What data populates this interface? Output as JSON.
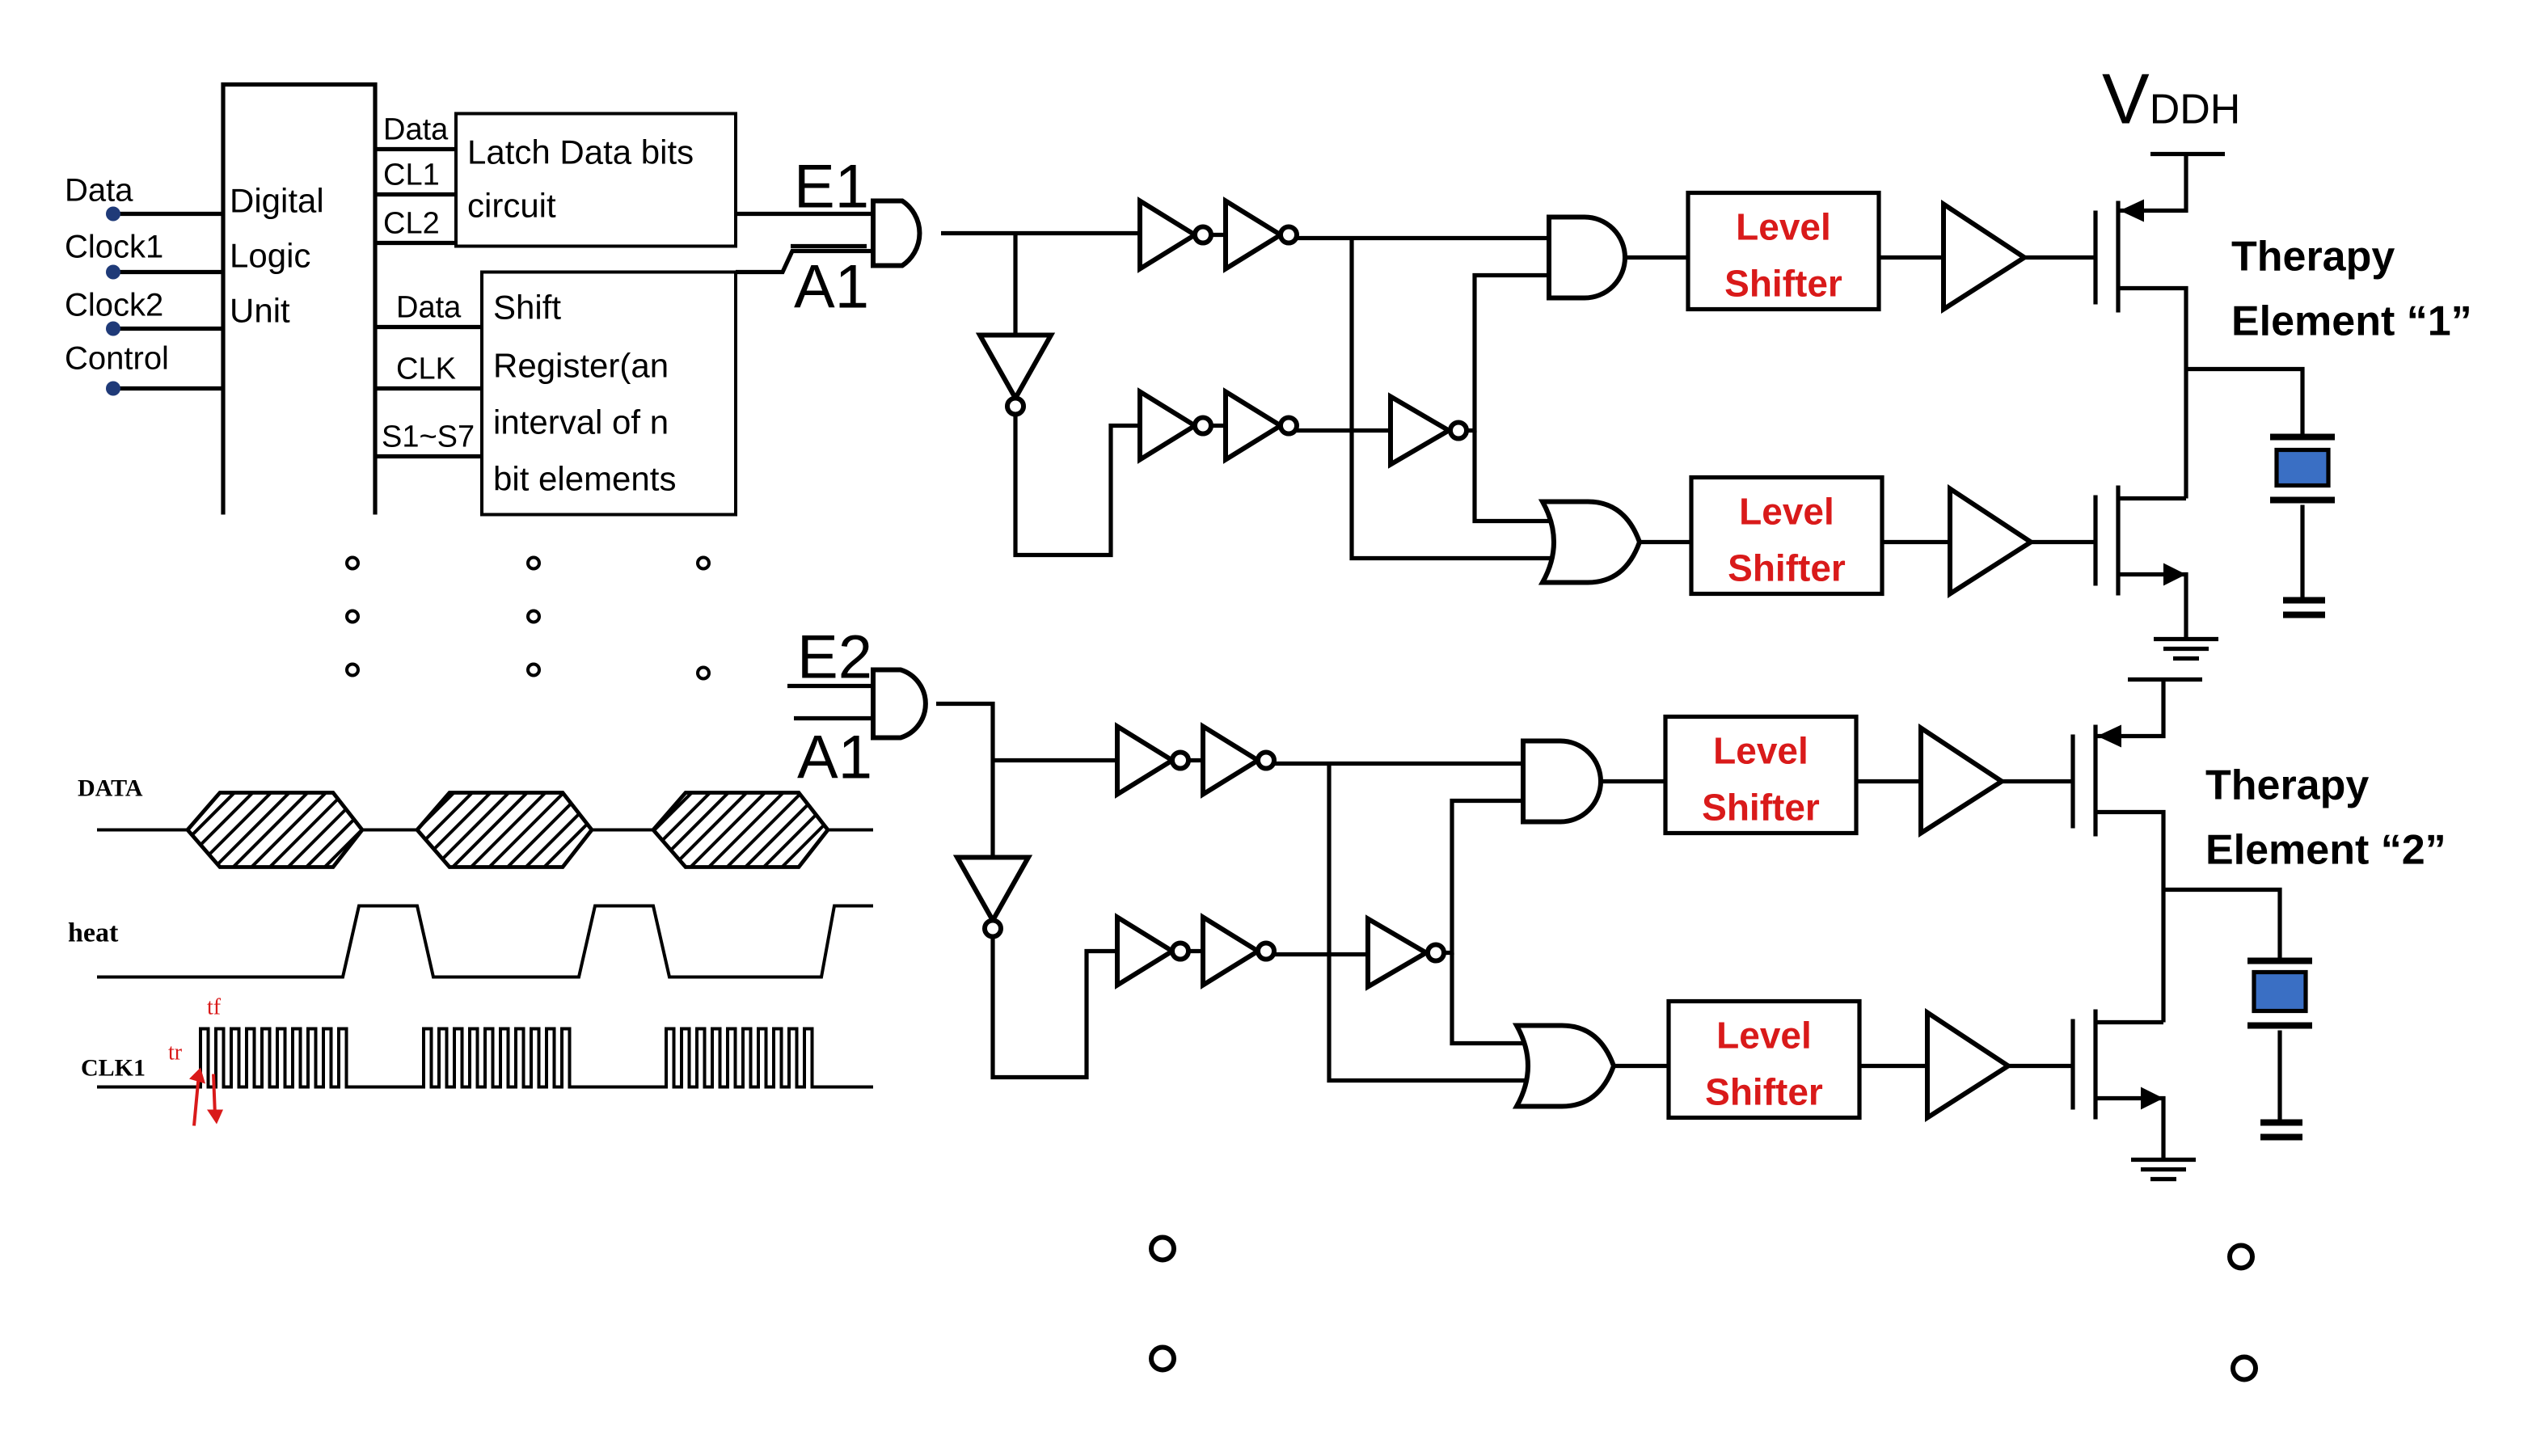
{
  "logic_block": {
    "inputs": [
      "Data",
      "Clock1",
      "Clock2",
      "Control"
    ],
    "unit_lines": [
      "Digital",
      "Logic",
      "Unit"
    ],
    "latch_ports": [
      "Data",
      "CL1",
      "CL2"
    ],
    "latch_lines": [
      "Latch Data bits",
      "circuit"
    ],
    "shift_ports": [
      "Data",
      "CLK",
      "S1~S7"
    ],
    "shift_lines": [
      "Shift",
      "Register(an",
      "interval of n",
      "bit elements"
    ]
  },
  "timing": {
    "signals": [
      "DATA",
      "heat",
      "CLK1"
    ],
    "tf_label": "tf",
    "tr_label": "tr"
  },
  "channel_1": {
    "enable": "E1",
    "address": "A1",
    "element_lines": [
      "Therapy",
      "Element “1”"
    ]
  },
  "channel_2": {
    "enable": "E2",
    "address": "A1",
    "element_lines": [
      "Therapy",
      "Element “2”"
    ]
  },
  "level_shifter_lines": [
    "Level",
    "Shifter"
  ],
  "supply": {
    "main": "V",
    "subscript": "DDH"
  },
  "colors": {
    "level_shifter_text": "#d91a1a",
    "transducer": "#3a6fc4",
    "timing_marker": "#d91a1a"
  }
}
